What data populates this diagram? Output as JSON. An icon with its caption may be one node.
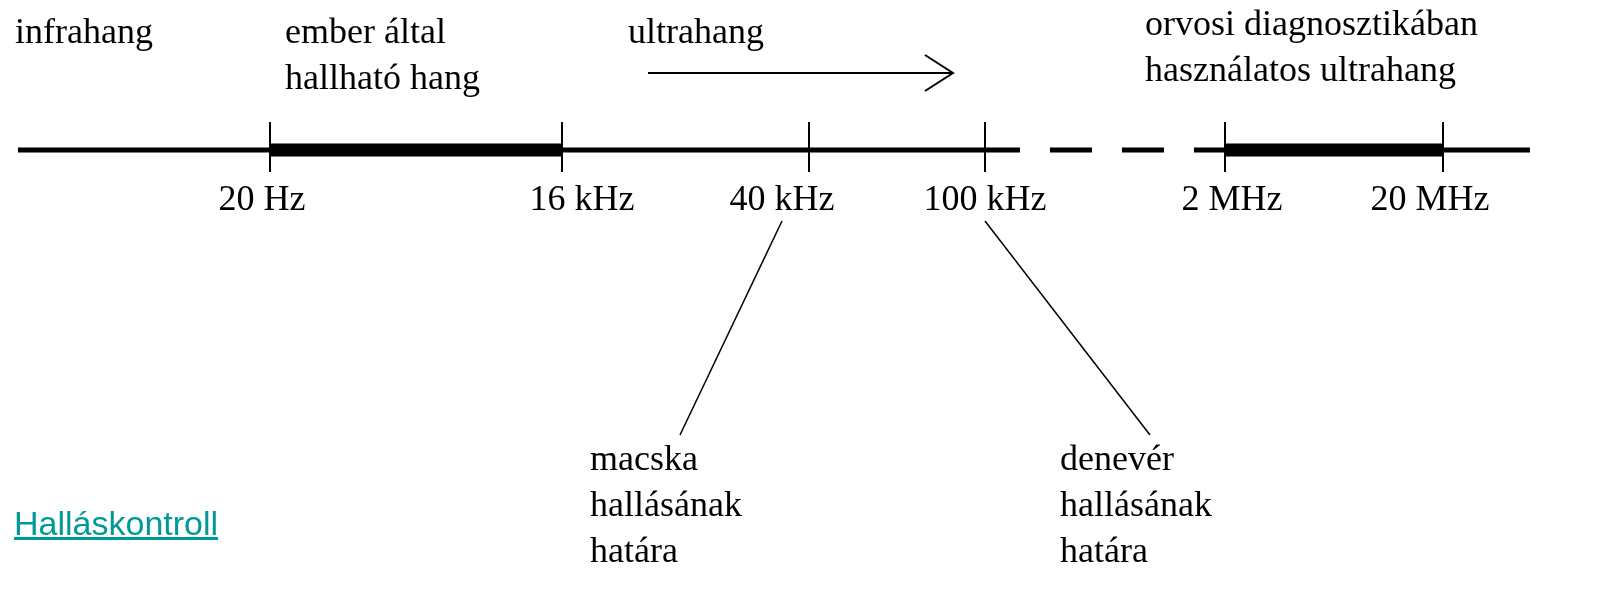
{
  "diagram": {
    "nodes": [
      {
        "text": [
          "macska hallásának határa"
        ]
      },
      {
        "text": [
          "40 kHz"
        ]
      },
      {
        "text": [
          "denevér hallásának határa"
        ]
      },
      {
        "text": [
          "100 kHz"
        ]
      }
    ],
    "edges": [
      {
        "from": 0,
        "to": 1,
        "arrow": "none"
      },
      {
        "from": 2,
        "to": 3,
        "arrow": "none"
      }
    ],
    "labels": [
      "infrahang",
      "ember által hallható hang",
      "ultrahang",
      "orvosi diagnosztikában használatos ultrahang",
      "20 Hz",
      "16 kHz",
      "2 MHz",
      "20 MHz",
      "Halláskontroll"
    ]
  }
}
